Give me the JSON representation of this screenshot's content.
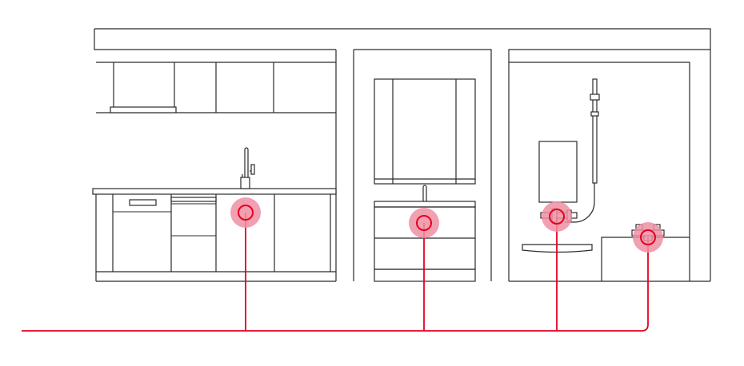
{
  "colors": {
    "line": "#2b2b2b",
    "pipe": "#e5001e",
    "halo": "#ef8fa3",
    "background": "#ffffff"
  },
  "rooms": [
    {
      "name": "kitchen",
      "fixtures": [
        "wall-cabinets",
        "countertop",
        "faucet",
        "dishwasher",
        "drawers",
        "base-cabinets"
      ]
    },
    {
      "name": "washroom",
      "fixtures": [
        "mirror-cabinet",
        "vanity-faucet",
        "vanity-drawers"
      ]
    },
    {
      "name": "bathroom",
      "fixtures": [
        "shower-rail",
        "shower-head",
        "mixer-valve",
        "shelf",
        "bathtub",
        "tub-faucet"
      ]
    }
  ],
  "connection_points": [
    {
      "name": "kitchen-supply"
    },
    {
      "name": "washroom-supply"
    },
    {
      "name": "shower-supply"
    },
    {
      "name": "bathtub-supply"
    }
  ]
}
